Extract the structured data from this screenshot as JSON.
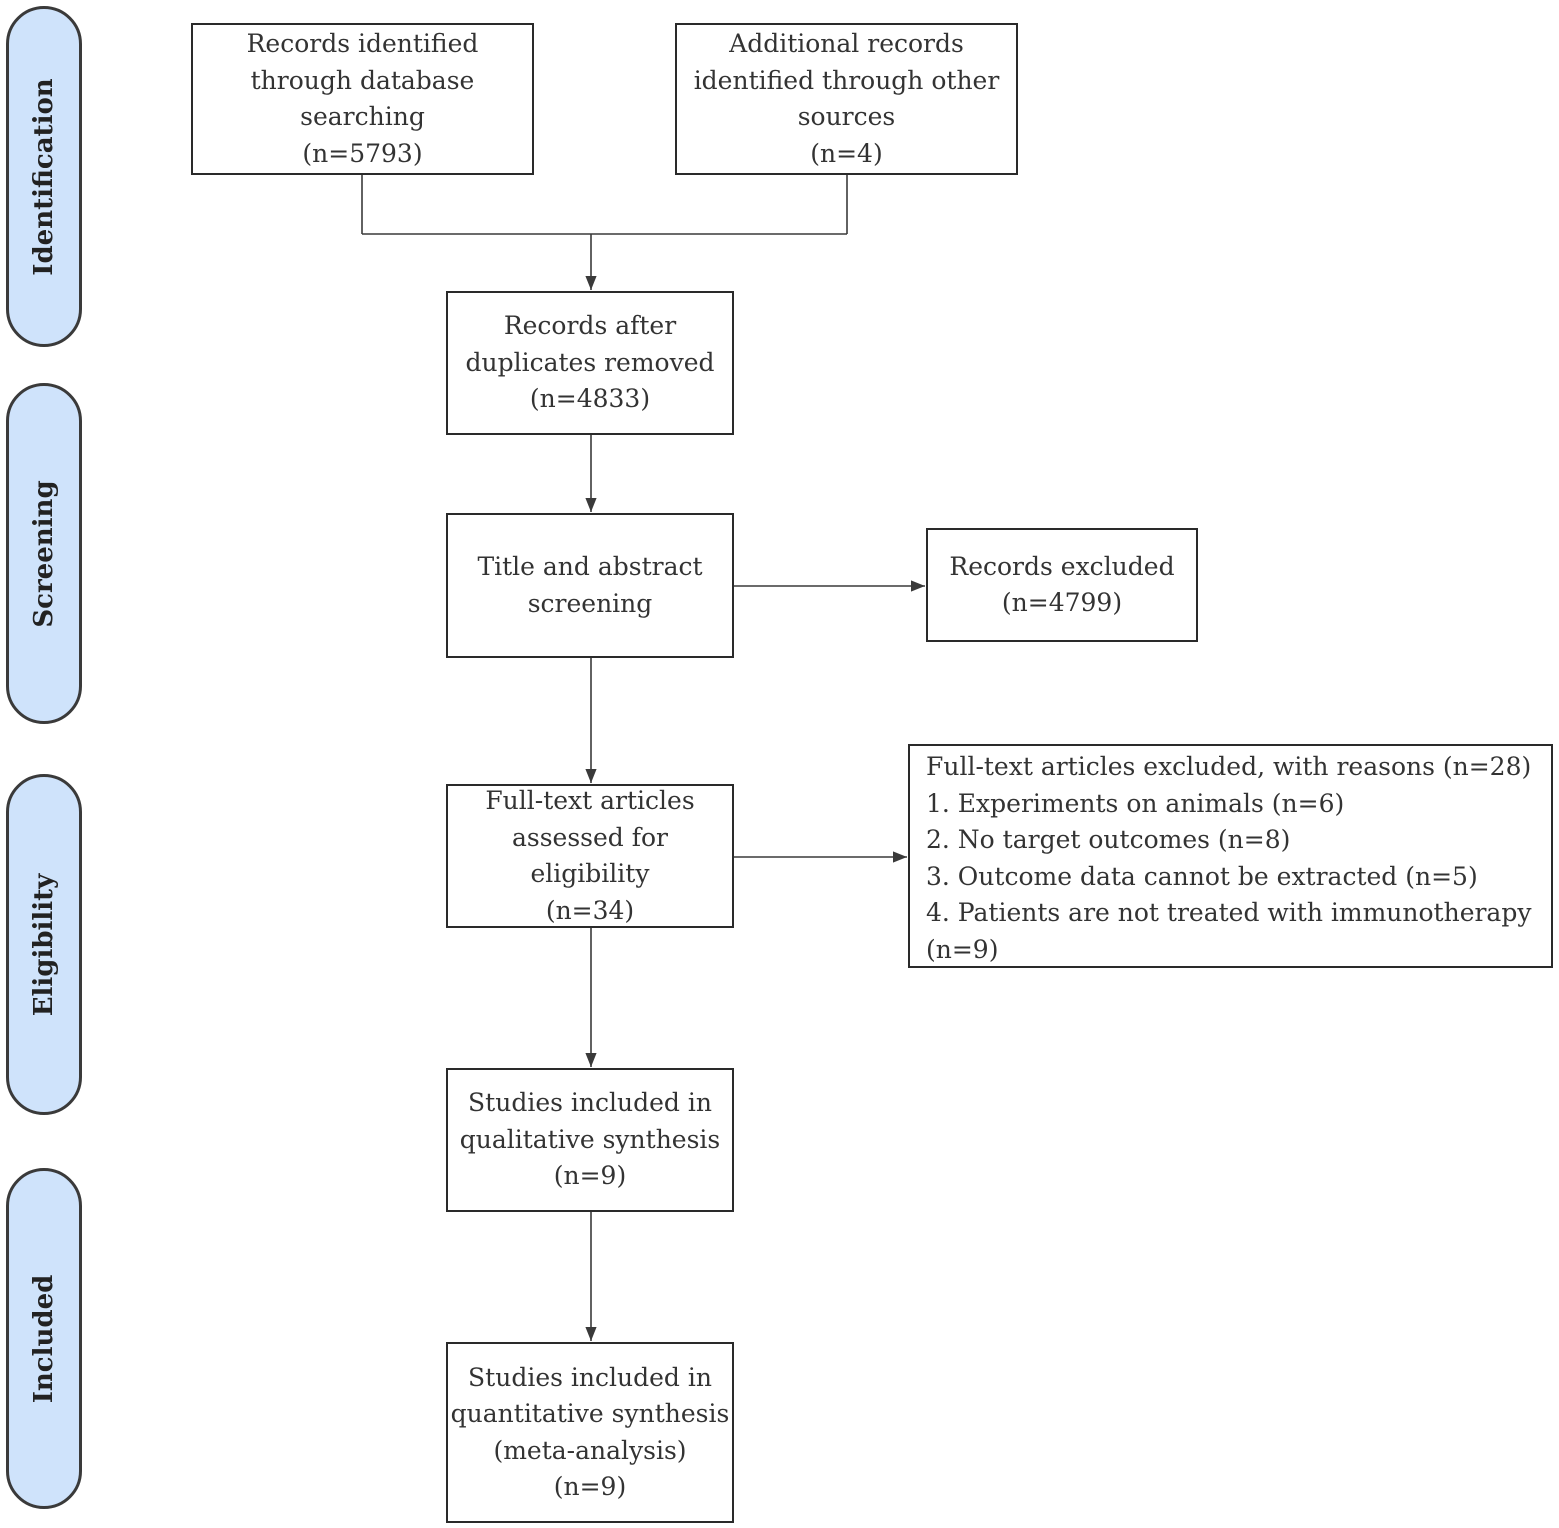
{
  "phases": {
    "identification": "Identification",
    "screening": "Screening",
    "eligibility": "Eligibility",
    "included": "Included"
  },
  "boxes": {
    "database": {
      "lines": [
        "Records identified",
        "through database",
        "searching",
        "(n=5793)"
      ]
    },
    "other_sources": {
      "lines": [
        "Additional records",
        "identified through other",
        "sources",
        "(n=4)"
      ]
    },
    "after_duplicates": {
      "lines": [
        "Records after",
        "duplicates removed",
        "(n=4833)"
      ]
    },
    "screening": {
      "lines": [
        "Title and abstract",
        "screening"
      ]
    },
    "excluded": {
      "lines": [
        "Records excluded",
        "(n=4799)"
      ]
    },
    "fulltext": {
      "lines": [
        "Full-text articles",
        "assessed for",
        "eligibility",
        "(n=34)"
      ]
    },
    "fulltext_excluded": {
      "lines": [
        "Full-text articles excluded, with reasons (n=28)",
        "1. Experiments on animals (n=6)",
        "2. No target outcomes (n=8)",
        "3. Outcome data cannot be extracted (n=5)",
        "4. Patients are not treated with immunotherapy",
        "(n=9)"
      ]
    },
    "qualitative": {
      "lines": [
        "Studies included in",
        "qualitative synthesis",
        "(n=9)"
      ]
    },
    "quantitative": {
      "lines": [
        "Studies included in",
        "quantitative synthesis",
        "(meta-analysis)",
        "(n=9)"
      ]
    }
  },
  "colors": {
    "phase_fill": "#cfe3fb",
    "line": "#3a3a3a",
    "box_border": "#2a2a2a"
  }
}
